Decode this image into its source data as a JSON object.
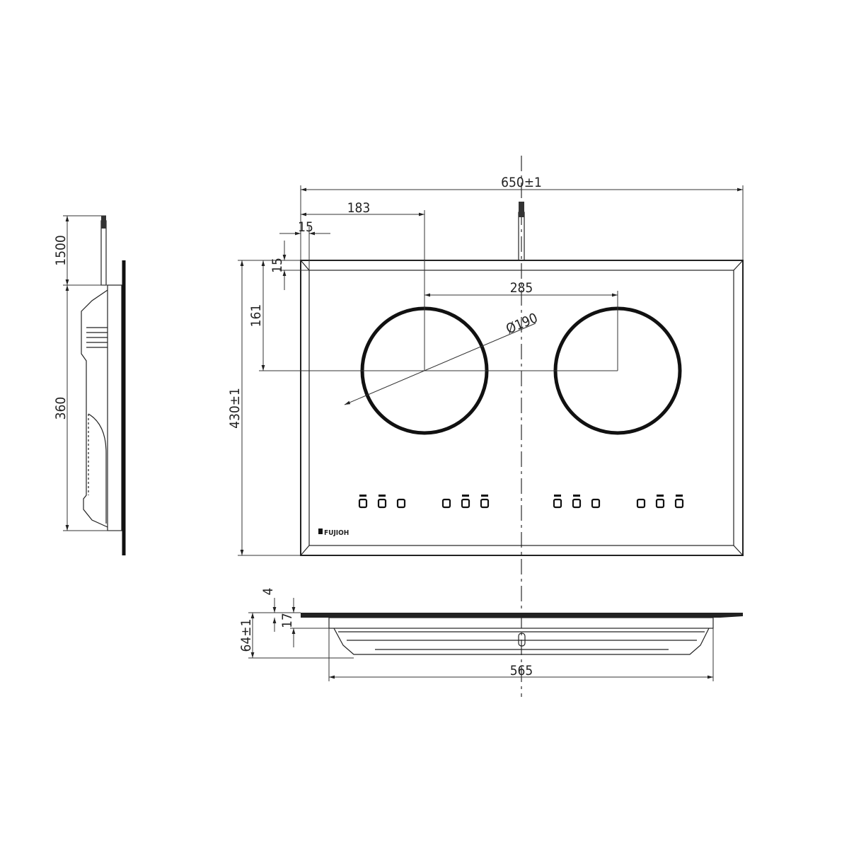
{
  "dimensions": {
    "overall_width": "650±1",
    "zone_offset_x": "183",
    "frame_x": "15",
    "frame_y": "15",
    "zone_spacing": "285",
    "zone_diameter": "Ø190",
    "zone_offset_y": "161",
    "overall_depth": "430±1",
    "cable_length": "1500",
    "body_depth": "360",
    "glass_thickness": "4",
    "body_step": "17",
    "overall_height": "64±1",
    "body_width": "565"
  },
  "brand_logo": "FUJIOH",
  "control_buttons": 12
}
